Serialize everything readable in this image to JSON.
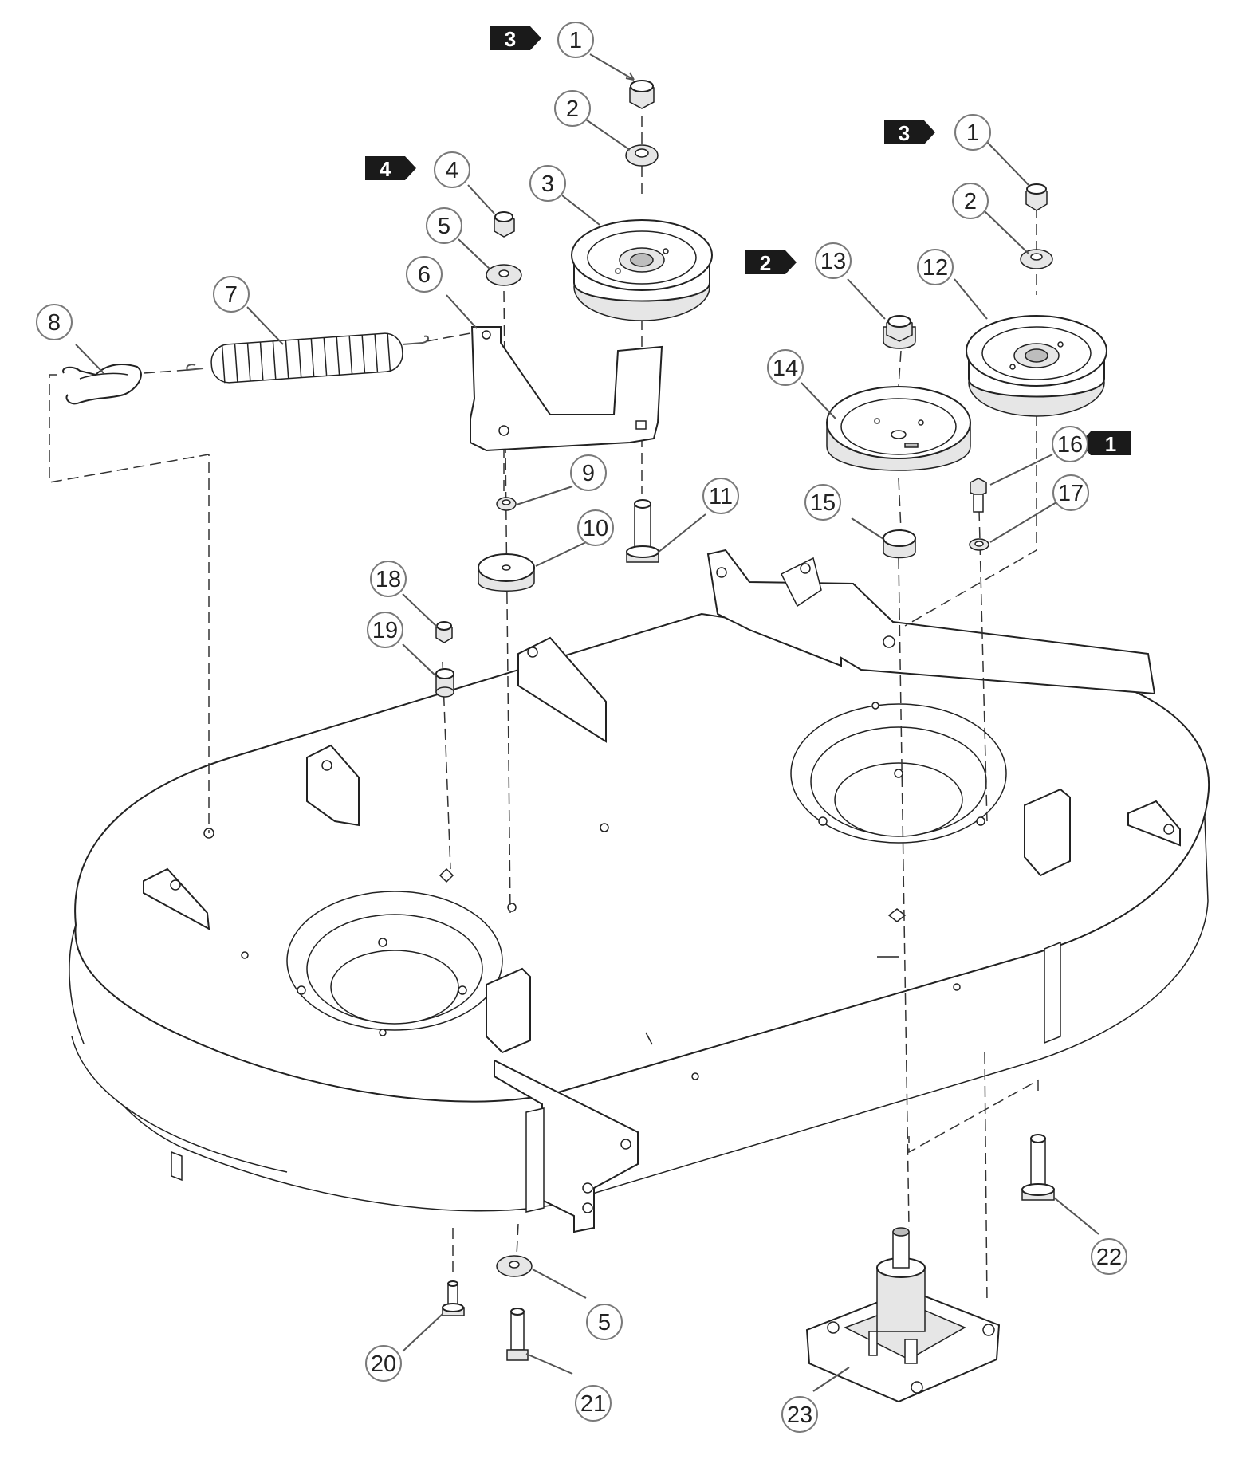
{
  "diagram": {
    "callouts": [
      {
        "id": "c1a",
        "label": "1"
      },
      {
        "id": "c2a",
        "label": "2"
      },
      {
        "id": "c3",
        "label": "3"
      },
      {
        "id": "c4",
        "label": "4"
      },
      {
        "id": "c5a",
        "label": "5"
      },
      {
        "id": "c6",
        "label": "6"
      },
      {
        "id": "c7",
        "label": "7"
      },
      {
        "id": "c8",
        "label": "8"
      },
      {
        "id": "c9",
        "label": "9"
      },
      {
        "id": "c10",
        "label": "10"
      },
      {
        "id": "c11",
        "label": "11"
      },
      {
        "id": "c1b",
        "label": "1"
      },
      {
        "id": "c2b",
        "label": "2"
      },
      {
        "id": "c12",
        "label": "12"
      },
      {
        "id": "c13",
        "label": "13"
      },
      {
        "id": "c14",
        "label": "14"
      },
      {
        "id": "c15",
        "label": "15"
      },
      {
        "id": "c16",
        "label": "16"
      },
      {
        "id": "c17",
        "label": "17"
      },
      {
        "id": "c18",
        "label": "18"
      },
      {
        "id": "c19",
        "label": "19"
      },
      {
        "id": "c22",
        "label": "22"
      },
      {
        "id": "c5b",
        "label": "5"
      },
      {
        "id": "c20",
        "label": "20"
      },
      {
        "id": "c21",
        "label": "21"
      },
      {
        "id": "c23",
        "label": "23"
      }
    ],
    "flags": [
      {
        "id": "f3a",
        "label": "3",
        "direction": "right"
      },
      {
        "id": "f4",
        "label": "4",
        "direction": "right"
      },
      {
        "id": "f3b",
        "label": "3",
        "direction": "right"
      },
      {
        "id": "f2",
        "label": "2",
        "direction": "right"
      },
      {
        "id": "f1",
        "label": "1",
        "direction": "left"
      }
    ]
  }
}
